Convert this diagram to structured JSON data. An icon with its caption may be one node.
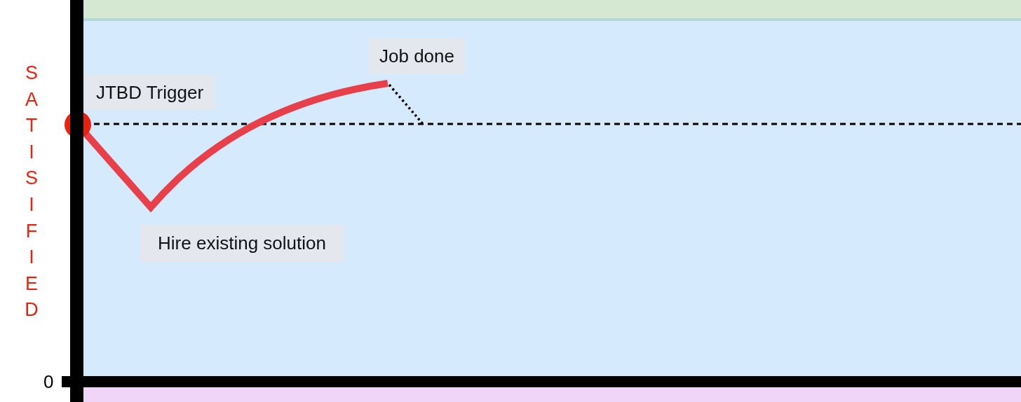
{
  "diagram": {
    "nodes": [
      {
        "text": [
          "JTBD Trigger"
        ]
      },
      {
        "text": [
          "Job done"
        ]
      },
      {
        "text": [
          "Hire existing solution"
        ]
      }
    ],
    "labels": [
      "SATISIFIED",
      "0"
    ]
  }
}
